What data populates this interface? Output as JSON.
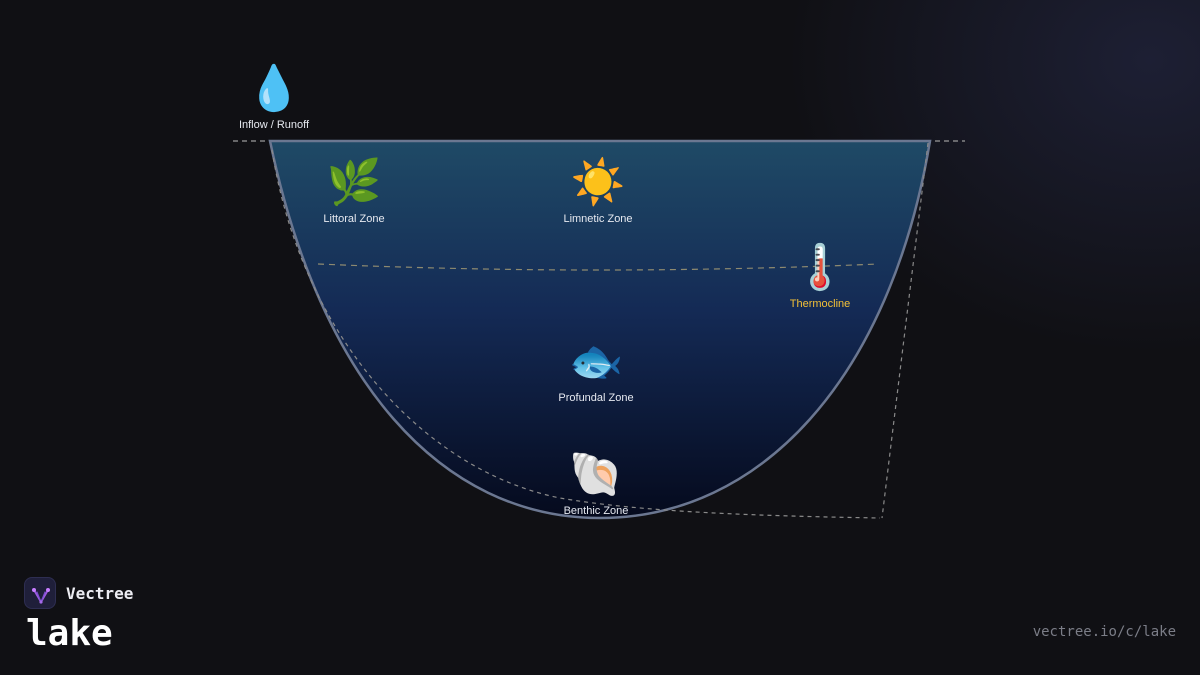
{
  "diagram": {
    "zones": [
      {
        "icon": "droplet-icon",
        "glyph": "💧",
        "label": "Inflow / Runoff"
      },
      {
        "icon": "herb-icon",
        "glyph": "🌿",
        "label": "Littoral Zone"
      },
      {
        "icon": "sun-icon",
        "glyph": "☀️",
        "label": "Limnetic Zone"
      },
      {
        "icon": "thermometer-icon",
        "glyph": "🌡️",
        "label": "Thermocline"
      },
      {
        "icon": "fish-icon",
        "glyph": "🐟",
        "label": "Profundal Zone"
      },
      {
        "icon": "shell-icon",
        "glyph": "🐚",
        "label": "Benthic Zone"
      }
    ],
    "colors": {
      "background": "#101014",
      "water_top": "#1f4a66",
      "water_bottom": "#060a1e",
      "basin_outline": "#6b7791",
      "thermocline_label": "#f2c038",
      "dashed_lines": "#9a9a9a"
    }
  },
  "brand": {
    "name": "Vectree",
    "title": "lake",
    "url": "vectree.io/c/lake"
  }
}
